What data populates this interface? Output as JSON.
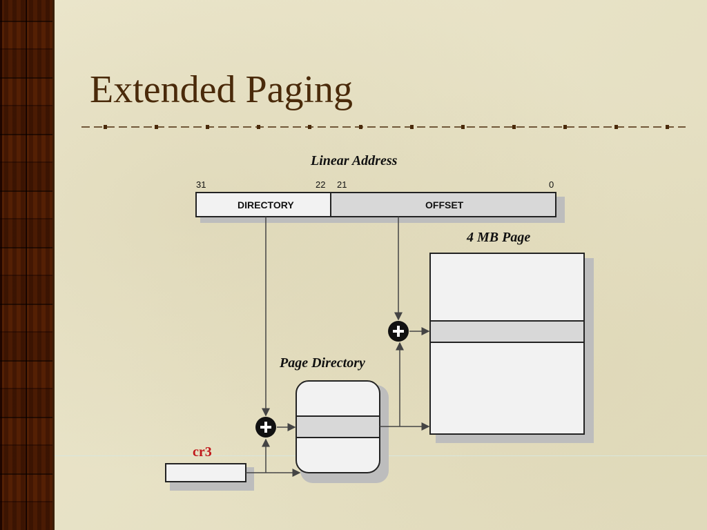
{
  "slide": {
    "title": "Extended Paging"
  },
  "diagram": {
    "linear_address_label": "Linear Address",
    "bits": {
      "b31": "31",
      "b22": "22",
      "b21": "21",
      "b0": "0"
    },
    "directory_label": "DIRECTORY",
    "offset_label": "OFFSET",
    "page_label": "4 MB Page",
    "page_directory_label": "Page Directory",
    "cr3_label": "cr3",
    "colors": {
      "arrow": "#444444",
      "box_fill": "#f2f2f2",
      "offset_fill": "#d8d8d8",
      "adder": "#111111",
      "cr3_text": "#c0161a"
    }
  }
}
